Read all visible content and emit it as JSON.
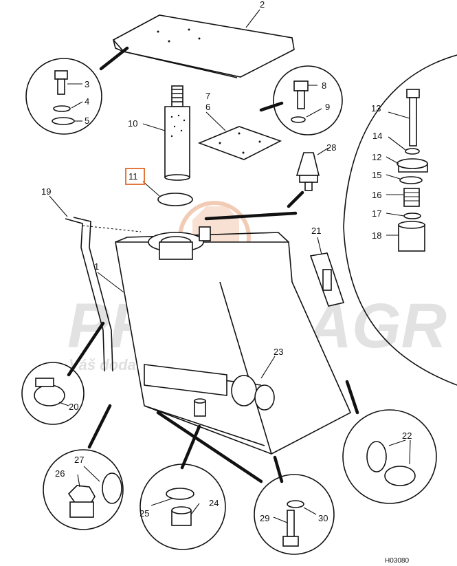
{
  "figure": {
    "drawing_code": "H03080",
    "highlighted_callout": "11"
  },
  "callouts": [
    "1",
    "2",
    "3",
    "4",
    "5",
    "6",
    "7",
    "8",
    "9",
    "10",
    "11",
    "12",
    "13",
    "14",
    "15",
    "16",
    "17",
    "18",
    "19",
    "20",
    "21",
    "22",
    "23",
    "24",
    "25",
    "26",
    "27",
    "28",
    "29",
    "30"
  ],
  "watermark": {
    "brand": "PROFIBAGR",
    "tagline": "Váš dodavatel náhradních dílů"
  },
  "colors": {
    "line": "#111111",
    "highlight": "#e06a2a",
    "watermark_text": "#d9d9d9",
    "logo": "#e9a27a"
  }
}
